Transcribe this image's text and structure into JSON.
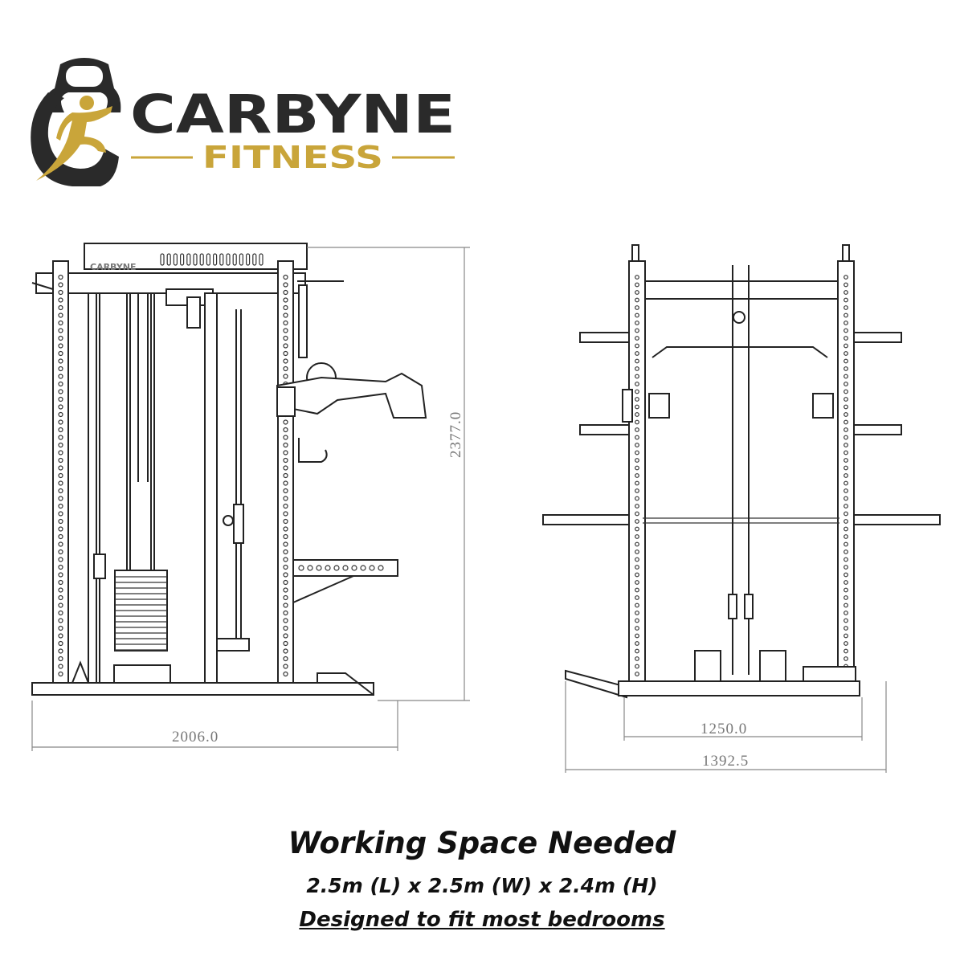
{
  "brand": {
    "name": "CARBYNE",
    "tagline": "FITNESS",
    "colors": {
      "dark": "#2a2a2a",
      "gold": "#c9a53a"
    }
  },
  "side_view": {
    "panel_logo_text": "CARBYNE",
    "height_dimension": "2377.0",
    "length_dimension": "2006.0"
  },
  "front_view": {
    "inner_width_dimension": "1250.0",
    "outer_width_dimension": "1392.5"
  },
  "caption": {
    "title": "Working Space Needed",
    "dimensions": "2.5m (L) x 2.5m (W) x 2.4m (H)",
    "note": "Designed to fit most bedrooms"
  }
}
